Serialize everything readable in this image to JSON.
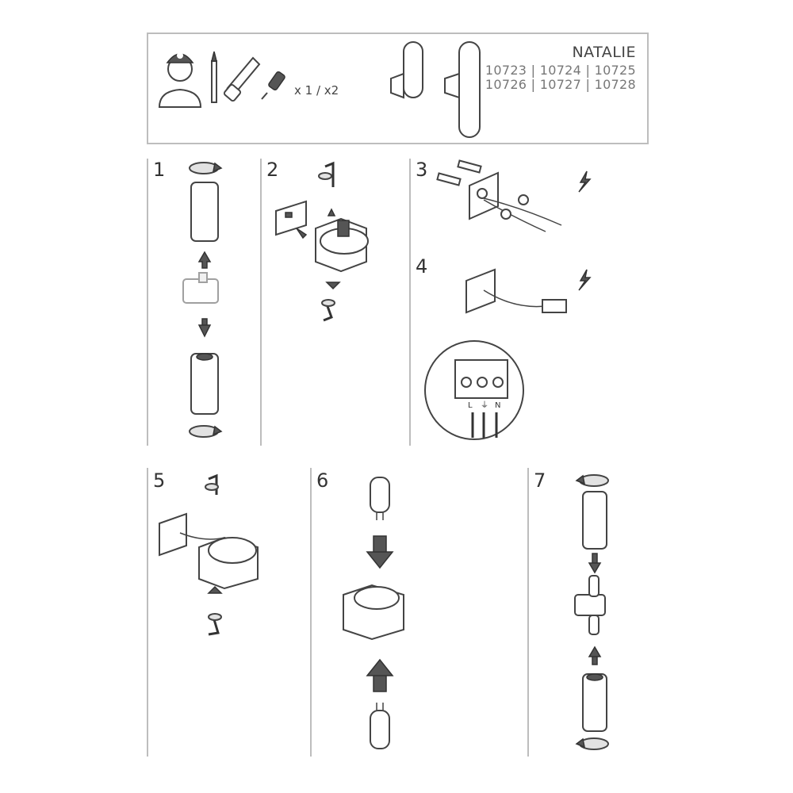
{
  "header": {
    "product_name": "NATALIE",
    "model_line_1": "10723 | 10724 | 10725",
    "model_line_2": "10726 | 10727 | 10728",
    "tool_quantity": "x 1 / x2"
  },
  "steps": [
    {
      "number": "1"
    },
    {
      "number": "2"
    },
    {
      "number": "3"
    },
    {
      "number": "4"
    },
    {
      "number": "5"
    },
    {
      "number": "6"
    },
    {
      "number": "7"
    }
  ],
  "wiring": {
    "terminal_labels": [
      "L",
      "⏚",
      "N"
    ]
  }
}
